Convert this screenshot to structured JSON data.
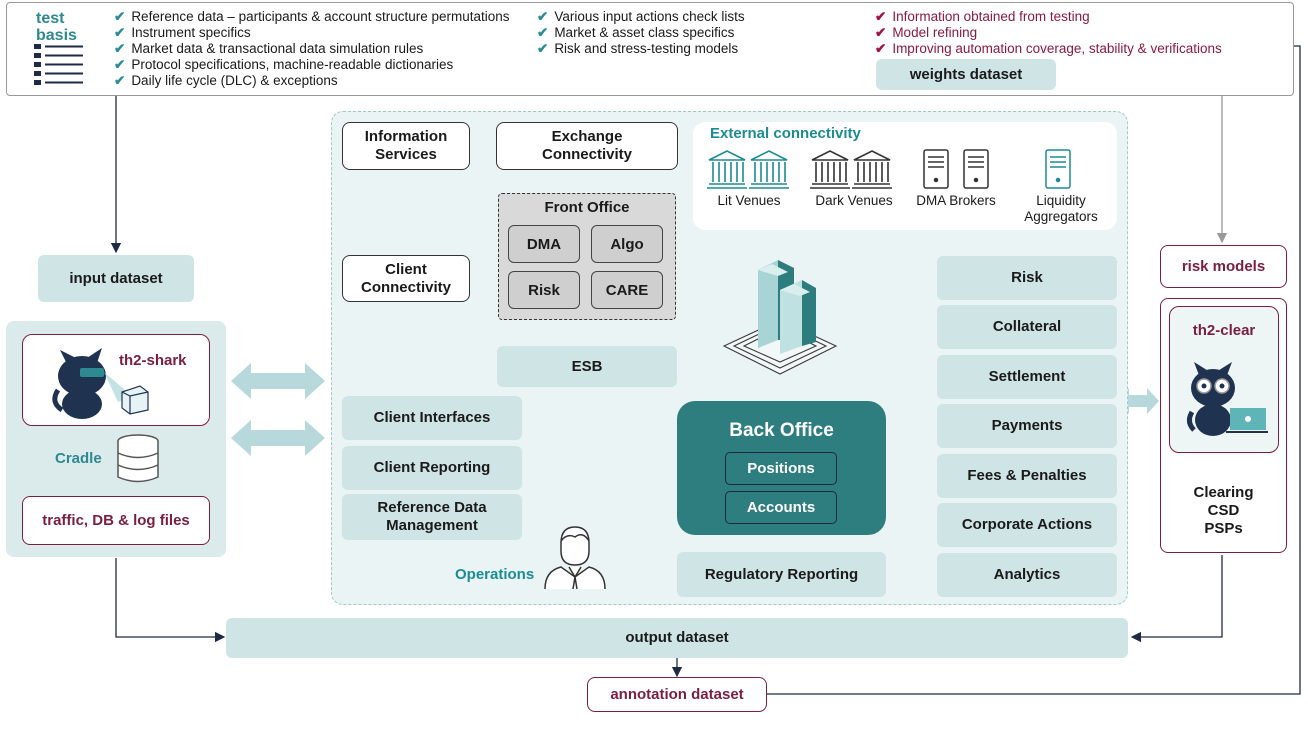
{
  "test_basis": {
    "title_line1": "test",
    "title_line2": "basis",
    "col1": [
      "Reference data – participants & account structure permutations",
      "Instrument specifics",
      "Market data & transactional data simulation rules",
      "Protocol specifications, machine-readable dictionaries",
      "Daily life cycle (DLC) & exceptions"
    ],
    "col2": [
      "Various input actions check lists",
      "Market & asset class specifics",
      "Risk and stress-testing models"
    ],
    "col3": [
      "Information obtained from testing",
      "Model refining",
      "Improving automation coverage, stability & verifications"
    ],
    "weights_dataset": "weights dataset",
    "check_glyph": "✔"
  },
  "left": {
    "input_dataset": "input dataset",
    "th2_shark": "th2-shark",
    "cradle": "Cradle",
    "traffic": "traffic, DB & log files"
  },
  "center": {
    "information_services": "Information Services",
    "exchange_connectivity": "Exchange Connectivity",
    "external_connectivity": "External connectivity",
    "lit_venues": "Lit Venues",
    "dark_venues": "Dark Venues",
    "dma_brokers": "DMA Brokers",
    "liquidity_aggregators": "Liquidity Aggregators",
    "front_office": "Front Office",
    "dma": "DMA",
    "algo": "Algo",
    "risk": "Risk",
    "care": "CARE",
    "client_connectivity": "Client Connectivity",
    "esb": "ESB",
    "client_interfaces": "Client Interfaces",
    "client_reporting": "Client Reporting",
    "reference_data_management": "Reference Data Management",
    "operations": "Operations",
    "back_office": "Back Office",
    "positions": "Positions",
    "accounts": "Accounts",
    "regulatory_reporting": "Regulatory Reporting"
  },
  "right_column": [
    "Risk",
    "Collateral",
    "Settlement",
    "Payments",
    "Fees & Penalties",
    "Corporate Actions",
    "Analytics"
  ],
  "right": {
    "risk_models": "risk models",
    "th2_clear": "th2-clear",
    "clearing": "Clearing",
    "csd": "CSD",
    "psps": "PSPs"
  },
  "bottom": {
    "output_dataset": "output dataset",
    "annotation_dataset": "annotation dataset"
  },
  "colors": {
    "teal_fill": "#cfe4e5",
    "teal_dark": "#2d7d7f",
    "teal_text": "#2d8a90",
    "maroon": "#7a1f3d"
  }
}
